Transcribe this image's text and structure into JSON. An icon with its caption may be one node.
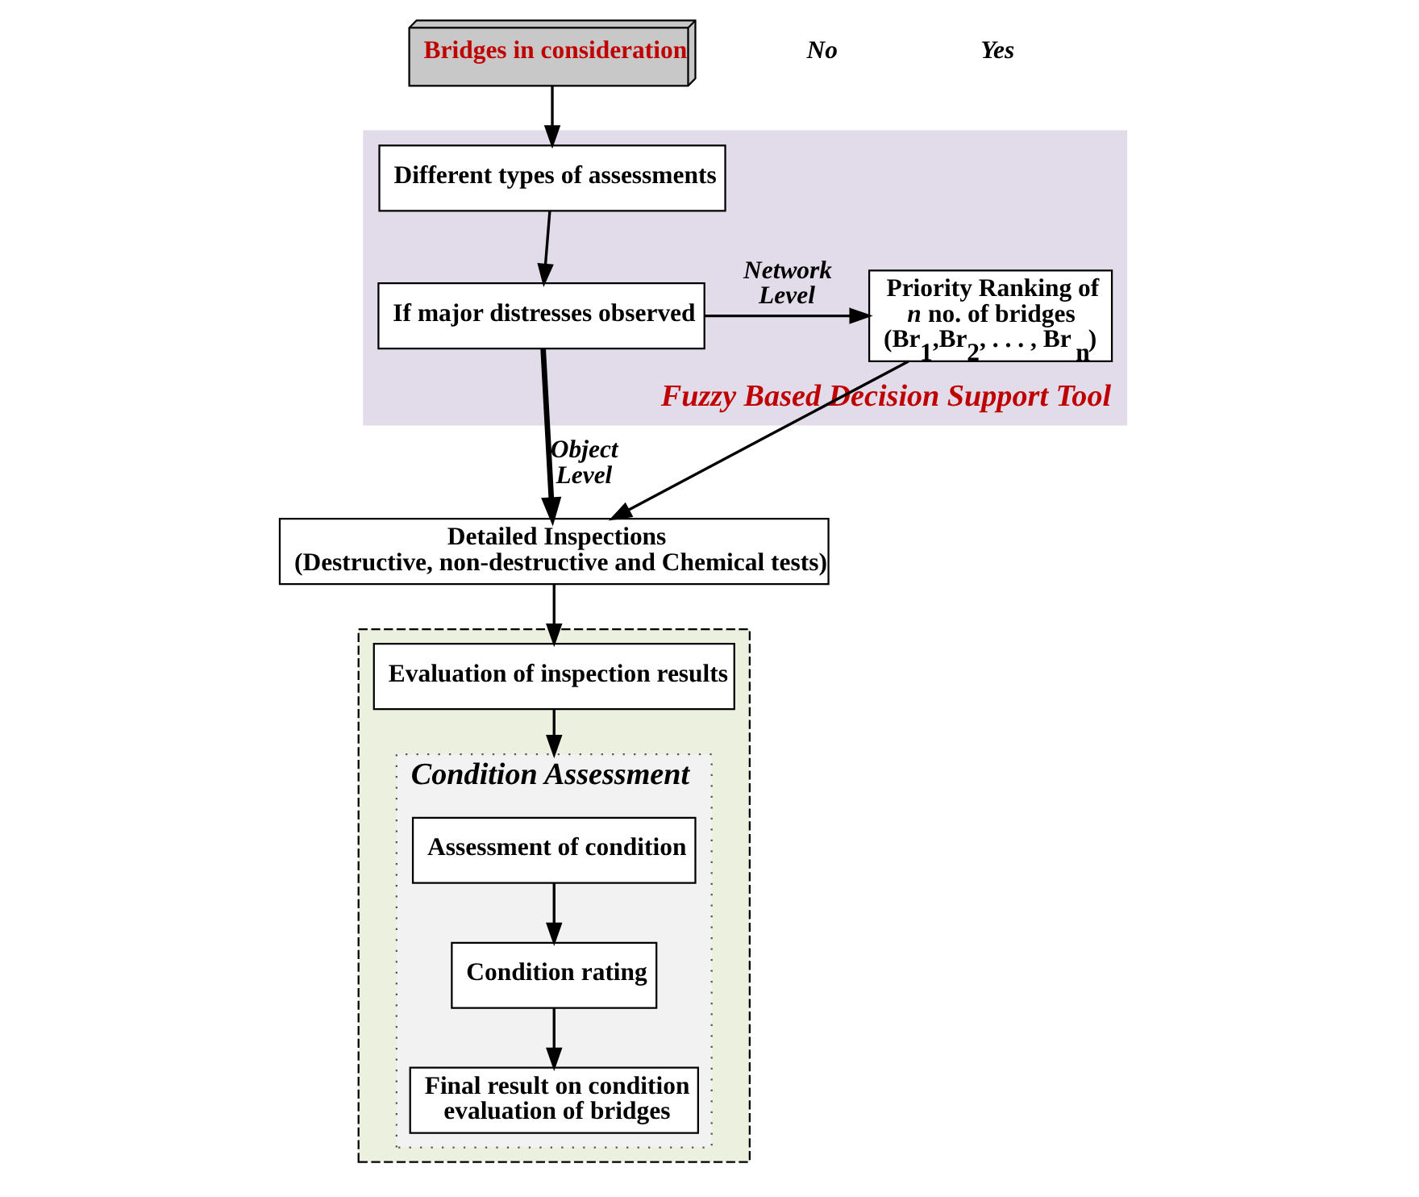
{
  "diagram": {
    "nodes": [
      {
        "text": [
          "Bridges in consideration"
        ]
      },
      {
        "text": [
          "Fuzzy Based Decision Support Tool"
        ]
      },
      {
        "text": [
          "Different types of assessments"
        ],
        "in": 1
      },
      {
        "text": [
          "If major distresses observed"
        ],
        "in": 1
      },
      {
        "text": [
          "Priority Ranking of *n* no. of bridges (Br$_{1}$,Br$_{2}$, . . . , Br$_{n}$)"
        ],
        "in": 1
      },
      {
        "text": [
          "Detailed Inspections",
          "(Destructive, non-destructive and Chemical tests)"
        ]
      },
      {
        "text": [],
        "shape": "box"
      },
      {
        "text": [
          "Evaluation of inspection results"
        ],
        "in": 6
      },
      {
        "text": [
          "Condition Assessment"
        ],
        "in": 6
      },
      {
        "text": [
          "Assessment of condition"
        ],
        "in": 8
      },
      {
        "text": [
          "Condition rating"
        ],
        "in": 8
      },
      {
        "text": [
          "Final result on condition evaluation of bridges"
        ],
        "in": 8
      }
    ],
    "edges": [
      {
        "from": 0,
        "to": 2,
        "arrow": "to"
      },
      {
        "from": 2,
        "to": 3,
        "arrow": "to"
      },
      {
        "from": 3,
        "to": 4,
        "arrow": "to",
        "label": "Network Level"
      },
      {
        "from": 3,
        "to": 5,
        "arrow": "to",
        "label": "Object Level",
        "style": "thick"
      },
      {
        "from": 4,
        "to": 5,
        "arrow": "to"
      },
      {
        "from": 5,
        "to": 7,
        "arrow": "to"
      },
      {
        "from": 7,
        "to": 8,
        "arrow": "to"
      },
      {
        "from": 9,
        "to": 10,
        "arrow": "to"
      },
      {
        "from": 10,
        "to": 11,
        "arrow": "to"
      }
    ],
    "labels": [
      "No",
      "Yes"
    ]
  }
}
